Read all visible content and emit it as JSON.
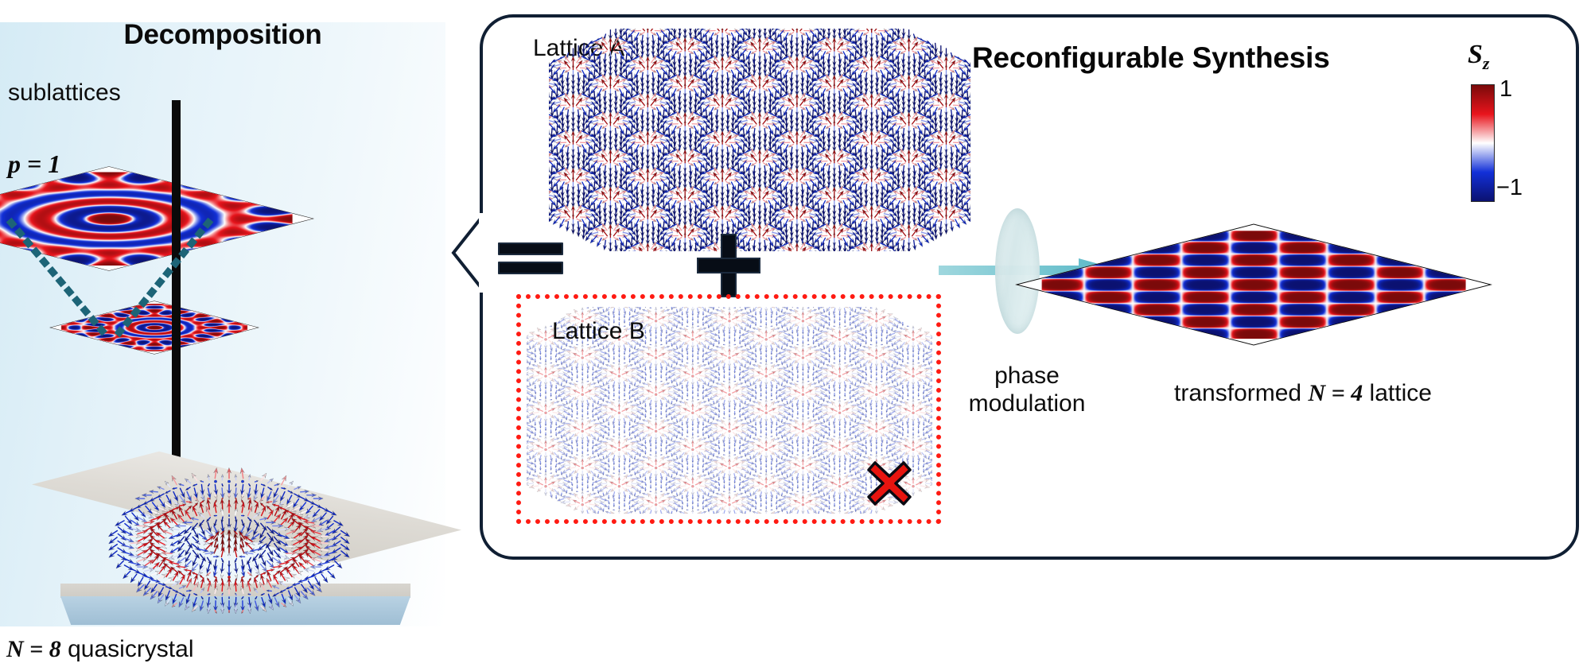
{
  "figure": {
    "left_panel": {
      "title": "Decomposition",
      "sublattices_label": "sublattices",
      "p_label": "p = 1",
      "bottom_caption_math": "N = 8",
      "bottom_caption_text": " quasicrystal"
    },
    "right_panel": {
      "title": "Reconfigurable Synthesis",
      "lattice_a_label": "Lattice  A",
      "lattice_b_label": "Lattice  B",
      "equals_symbol": "=",
      "plus_symbol": "+",
      "reject_symbol": "✖",
      "phase_label_line1": "phase",
      "phase_label_line2": "modulation",
      "transformed_caption_pre": "transformed ",
      "transformed_caption_math": "N = 4",
      "transformed_caption_post": " lattice"
    },
    "colorbar": {
      "quantity": "S",
      "subscript": "z",
      "max_label": "1",
      "min_label": "−1",
      "colors": [
        "#7a0a0a",
        "#e8141c",
        "#ffffff",
        "#1230d8",
        "#0b1170"
      ]
    },
    "colors": {
      "panel_background_start": "#d5ebf5",
      "panel_background_end": "#ffffff",
      "box_border": "#101f33",
      "reject_box_border": "#ff1a12",
      "reject_mark_fill": "#e8140f",
      "beam": "#67c3cf",
      "guide_dash": "#1d6477",
      "substrate_top": "#dedbd5",
      "substrate_side": "#a9c6da",
      "spin_up": "#b01818",
      "spin_down": "#1a2fb5"
    }
  }
}
